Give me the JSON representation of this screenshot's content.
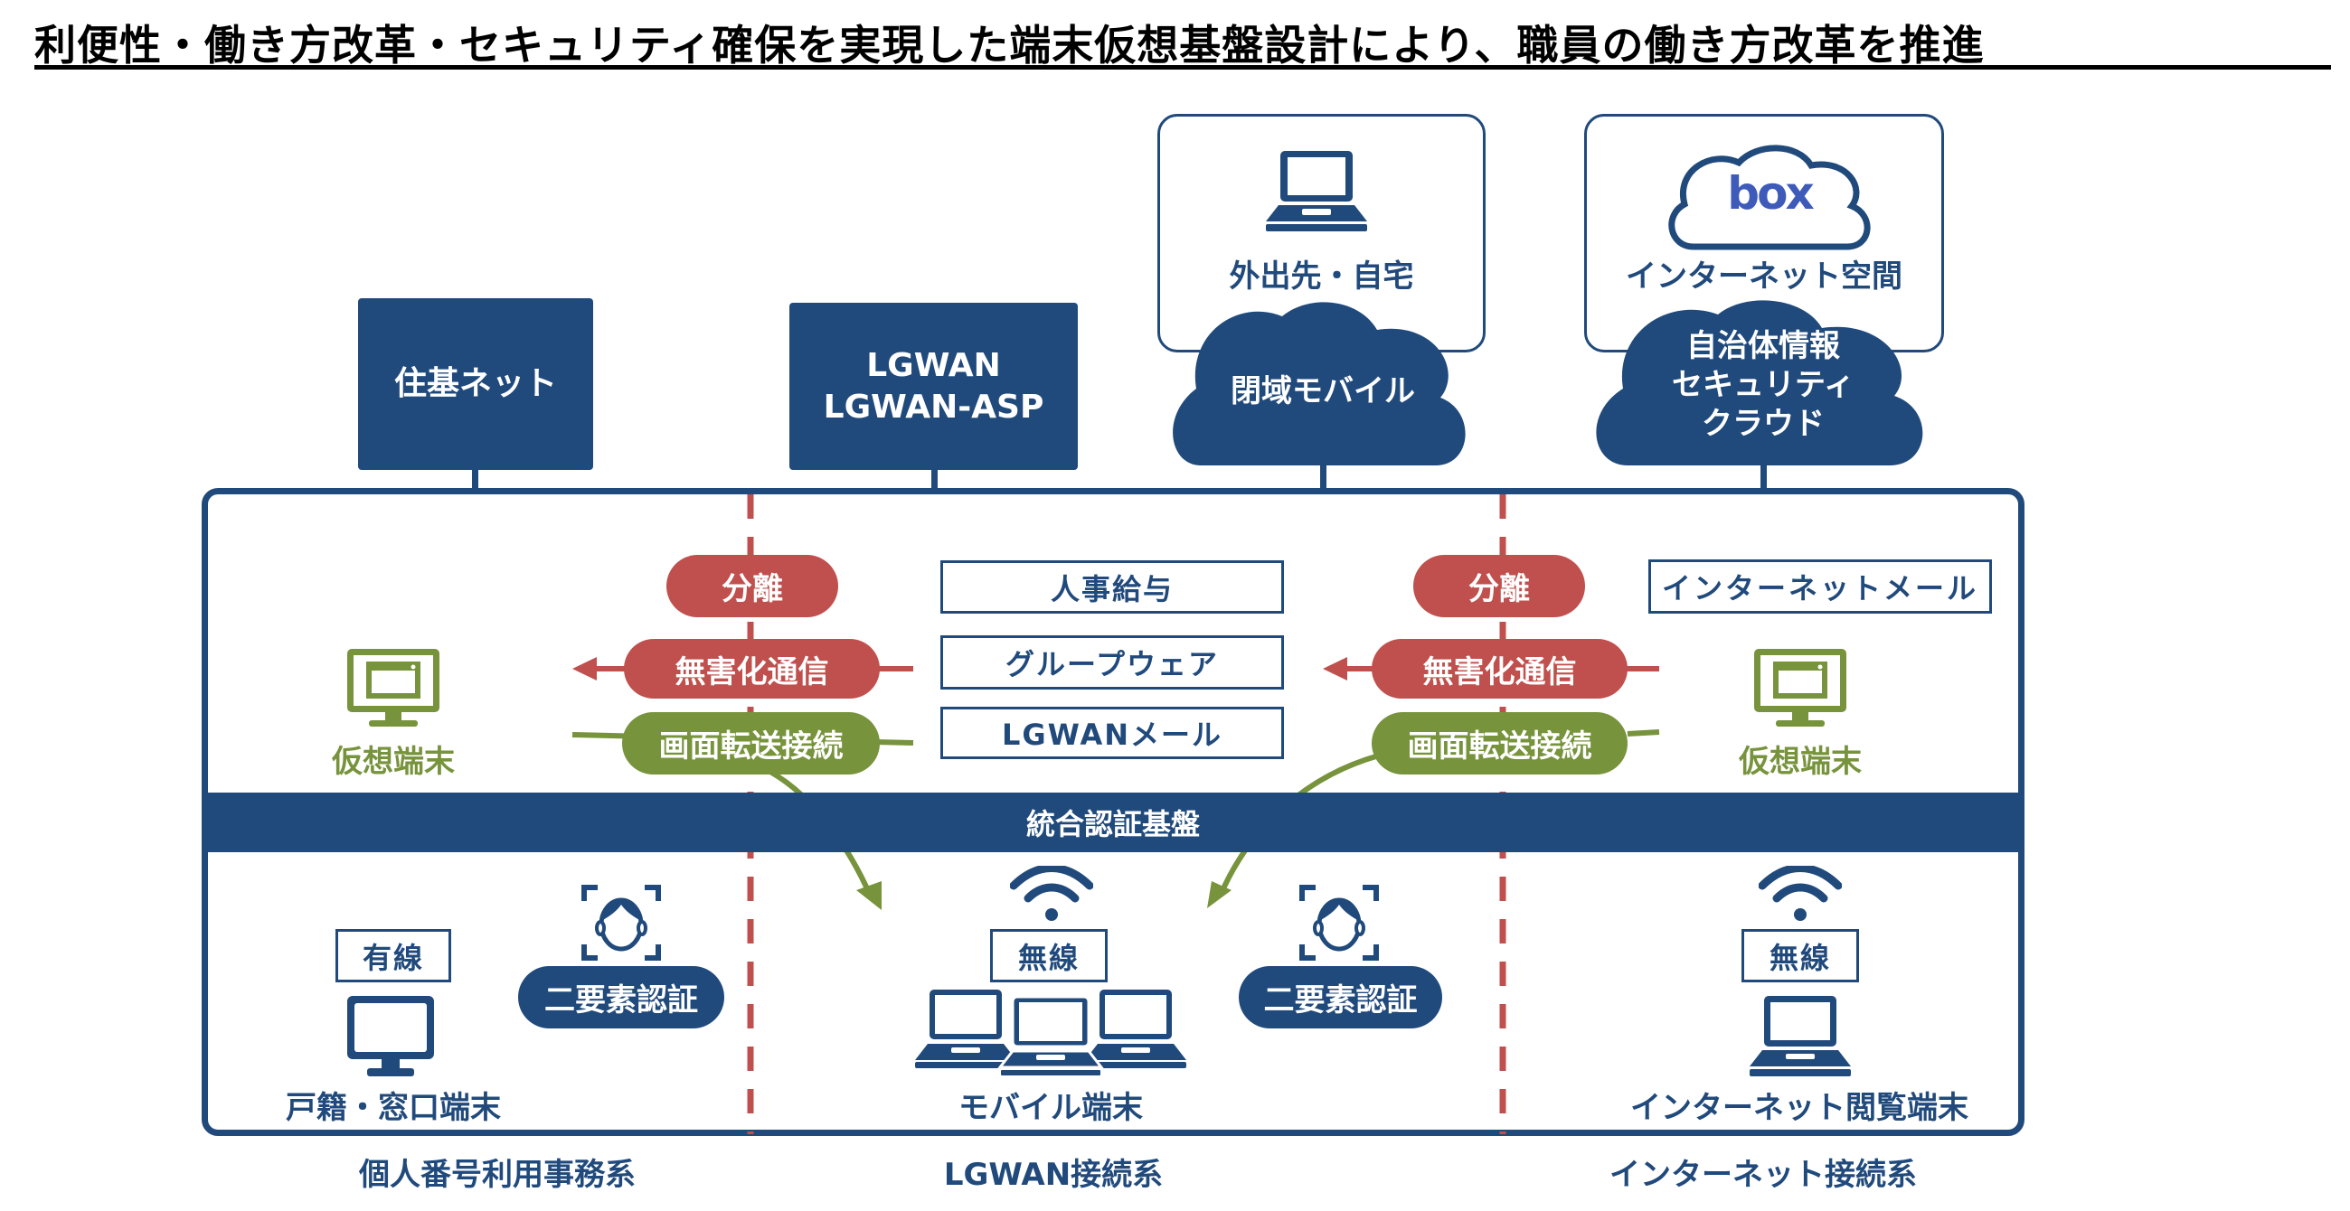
{
  "title": "利便性・働き方改革・セキュリティ確保を実現した端末仮想基盤設計により、職員の働き方改革を推進",
  "colors": {
    "navy": "#214a7c",
    "red": "#c0504d",
    "green": "#77933c",
    "box_blue": "#3e5bba"
  },
  "top_nodes": {
    "juki_net": "住基ネット",
    "lgwan": "LGWAN\nLGWAN-ASP",
    "outside": {
      "label": "外出先・自宅",
      "cloud": "閉域モバイル",
      "icon": "laptop-icon"
    },
    "internet": {
      "label": "インターネット空間",
      "logo": "box",
      "cloud": "自治体情報\nセキュリティ\nクラウド"
    }
  },
  "isolation_left": {
    "separation": "分離",
    "sanitize": "無害化通信",
    "screen_transfer": "画面転送接続"
  },
  "isolation_right": {
    "separation": "分離",
    "sanitize": "無害化通信",
    "screen_transfer": "画面転送接続"
  },
  "lgwan_services": [
    "人事給与",
    "グループウェア",
    "LGWANメール"
  ],
  "internet_service": "インターネットメール",
  "virtual_terminal_left": "仮想端末",
  "virtual_terminal_right": "仮想端末",
  "auth_band": "統合認証基盤",
  "segments": {
    "personal": {
      "connection": "有線",
      "device": "戸籍・窓口端末",
      "auth": "二要素認証",
      "name": "個人番号利用事務系"
    },
    "lgwan": {
      "connection": "無線",
      "device": "モバイル端末",
      "name": "LGWAN接続系"
    },
    "lgwan_auth": "二要素認証",
    "internet": {
      "connection": "無線",
      "device": "インターネット閲覧端末",
      "name": "インターネット接続系"
    }
  }
}
